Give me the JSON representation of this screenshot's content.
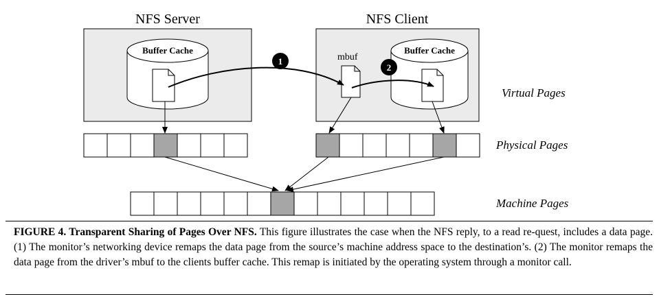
{
  "server": {
    "title": "NFS Server",
    "cache_label": "Buffer Cache"
  },
  "client": {
    "title": "NFS Client",
    "cache_label": "Buffer Cache",
    "mbuf_label": "mbuf"
  },
  "steps": [
    {
      "label": "1"
    },
    {
      "label": "2"
    }
  ],
  "row_labels": {
    "virtual": "Virtual Pages",
    "physical": "Physical Pages",
    "machine": "Machine Pages"
  },
  "physical_rows": {
    "server": {
      "cells": 7,
      "shaded": [
        3
      ]
    },
    "client": {
      "cells": 7,
      "shaded": [
        0,
        5
      ]
    }
  },
  "machine_row": {
    "cells": 13,
    "shaded": [
      6
    ]
  },
  "colors": {
    "box_fill": "#ebebeb",
    "shaded_cell": "#a6a6a6",
    "badge": "#000000"
  },
  "caption": {
    "title": "FIGURE 4. Transparent Sharing of Pages Over NFS.",
    "body": "This figure illustrates the case when the NFS reply, to a read re-quest, includes a data page. (1) The monitor’s networking device remaps the data page from the source’s machine address space to the destination’s. (2) The monitor remaps the data page from the driver’s mbuf to the clients buffer cache. This remap is initiated by the operating system through a monitor call."
  }
}
